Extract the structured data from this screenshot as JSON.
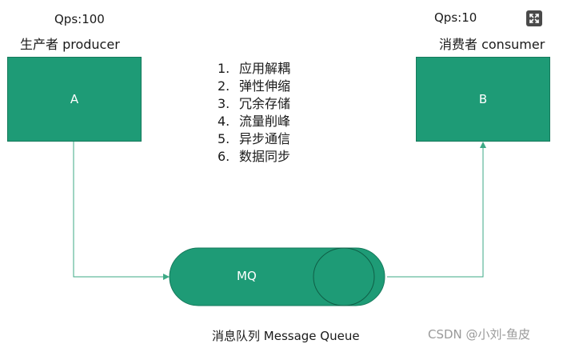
{
  "producer": {
    "qps": "Qps:100",
    "title": "生产者 producer",
    "node": "A"
  },
  "consumer": {
    "qps": "Qps:10",
    "title": "消费者 consumer",
    "node": "B"
  },
  "queue": {
    "label": "MQ",
    "caption": "消息队列  Message Queue"
  },
  "benefits": [
    {
      "num": "1.",
      "text": "应用解耦"
    },
    {
      "num": "2.",
      "text": "弹性伸缩"
    },
    {
      "num": "3.",
      "text": "冗余存储"
    },
    {
      "num": "4.",
      "text": "流量削峰"
    },
    {
      "num": "5.",
      "text": "异步通信"
    },
    {
      "num": "6.",
      "text": "数据同步"
    }
  ],
  "watermark": "CSDN @小刘-鱼皮",
  "colors": {
    "node_fill": "#1e9b76",
    "edge": "#3daa86"
  },
  "icons": {
    "expand": "expand-icon"
  }
}
